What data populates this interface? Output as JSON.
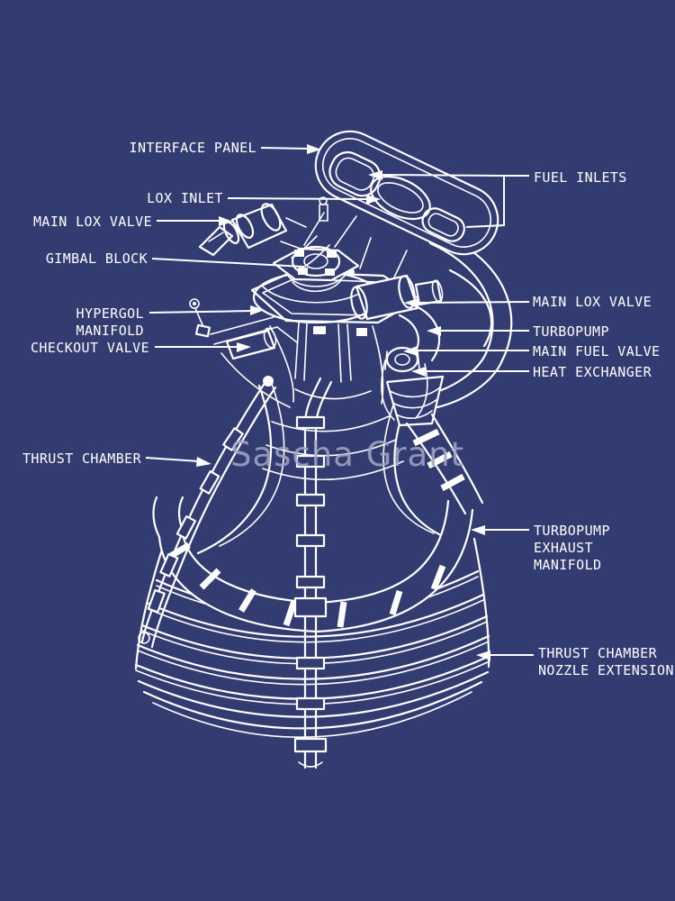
{
  "colors": {
    "background": "#333C70",
    "line": "#FFFFFF",
    "watermark": "#A1A7C5"
  },
  "watermark": {
    "text": "Sascha Grant"
  },
  "diagram": {
    "subject": "rocket-engine-blueprint",
    "labels": {
      "interface_panel": "INTERFACE PANEL",
      "fuel_inlets": "FUEL INLETS",
      "lox_inlet": "LOX INLET",
      "main_lox_valve_left": "MAIN LOX VALVE",
      "gimbal_block": "GIMBAL BLOCK",
      "hypergol_manifold": "HYPERGOL MANIFOLD",
      "checkout_valve": "CHECKOUT VALVE",
      "main_lox_valve_right": "MAIN LOX VALVE",
      "turbopump": "TURBOPUMP",
      "main_fuel_valve": "MAIN FUEL VALVE",
      "heat_exchanger": "HEAT EXCHANGER",
      "thrust_chamber": "THRUST CHAMBER",
      "turbopump_exhaust_manifold": "TURBOPUMP\nEXHAUST\nMANIFOLD",
      "thrust_chamber_nozzle_extension": "THRUST CHAMBER\nNOZZLE EXTENSION"
    }
  }
}
